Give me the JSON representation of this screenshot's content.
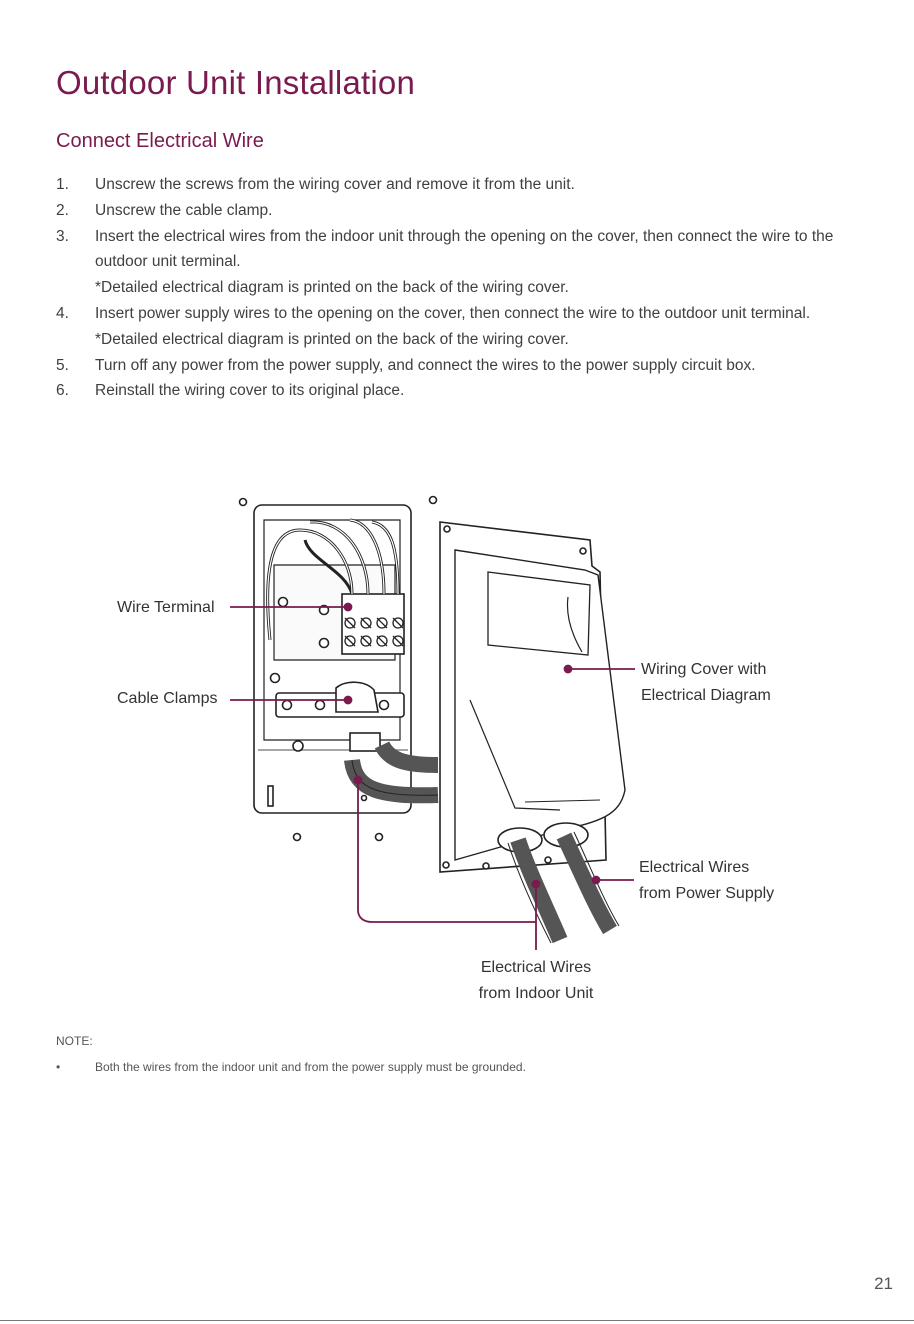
{
  "page": {
    "title": "Outdoor Unit Installation",
    "section": "Connect Electrical Wire",
    "steps": [
      {
        "num": "1.",
        "text": "Unscrew the screws from the wiring cover and remove it from the unit.",
        "note": ""
      },
      {
        "num": "2.",
        "text": "Unscrew the cable clamp.",
        "note": ""
      },
      {
        "num": "3.",
        "text": "Insert the electrical wires from the indoor unit through the opening on the cover, then connect the wire to the outdoor unit terminal.",
        "note": "*Detailed electrical diagram is printed on the back of the wiring cover."
      },
      {
        "num": "4.",
        "text": "Insert power supply wires to the opening on the cover, then connect the wire to the outdoor unit terminal.",
        "note": "*Detailed electrical diagram is printed on the back of the wiring cover."
      },
      {
        "num": "5.",
        "text": "Turn off any power from the power supply, and connect the wires to the power supply circuit box.",
        "note": ""
      },
      {
        "num": "6.",
        "text": "Reinstall the wiring cover to its original place.",
        "note": ""
      }
    ],
    "diagram": {
      "wire_terminal": "Wire Terminal",
      "cable_clamps": "Cable Clamps",
      "wiring_cover_1": "Wiring Cover with",
      "wiring_cover_2": "Electrical Diagram",
      "power_wires_1": "Electrical Wires",
      "power_wires_2": "from Power Supply",
      "indoor_wires_1": "Electrical Wires",
      "indoor_wires_2": "from Indoor Unit"
    },
    "note_label": "NOTE:",
    "note_bullet": "•",
    "note_text": "Both the wires from the indoor unit and from the power supply must be grounded.",
    "page_number": "21",
    "colors": {
      "accent": "#7a1a4e",
      "text": "#404040",
      "cable": "#555555"
    }
  }
}
